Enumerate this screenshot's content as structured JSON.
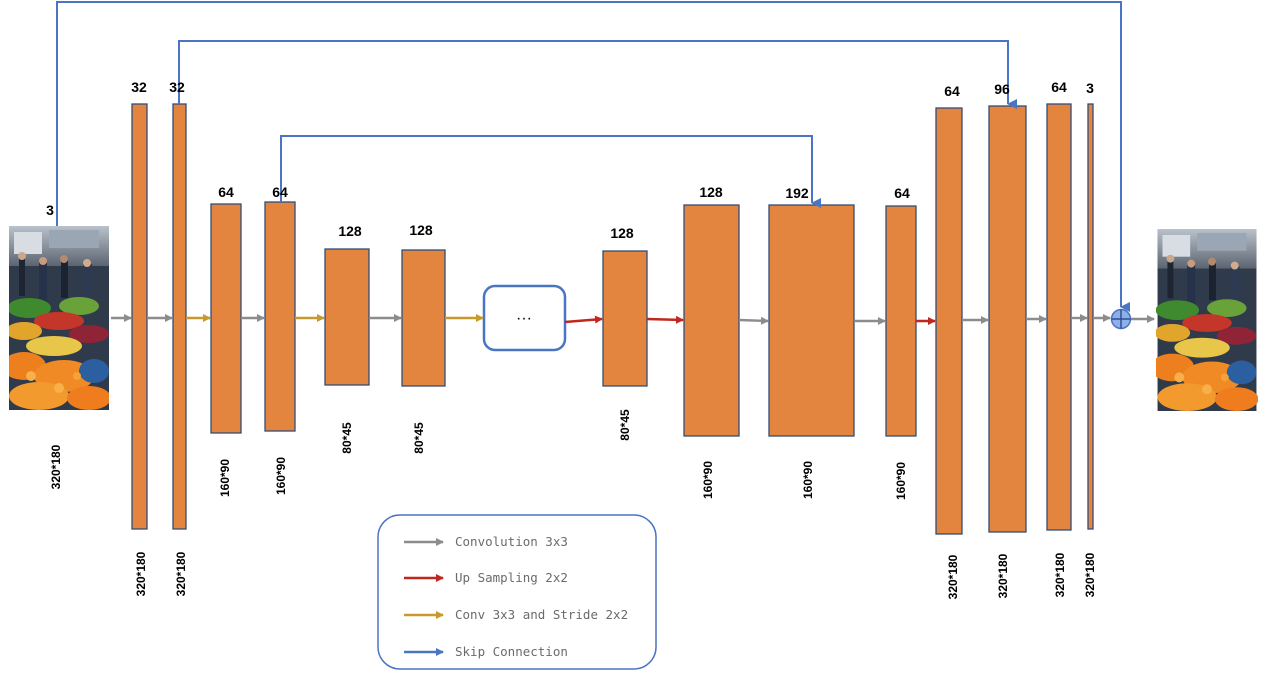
{
  "channels": {
    "input": "3",
    "enc1a": "32",
    "enc1b": "32",
    "enc2a": "64",
    "enc2b": "64",
    "enc3a": "128",
    "enc3b": "128",
    "mid": "128",
    "dec3a": "128",
    "dec3b": "192",
    "dec2": "64",
    "dec1a": "64",
    "dec1b": "96",
    "dec1c": "64",
    "out": "3"
  },
  "resolutions": {
    "input": "320*180",
    "enc1a": "320*180",
    "enc1b": "320*180",
    "enc2a": "160*90",
    "enc2b": "160*90",
    "enc3a": "80*45",
    "enc3b": "80*45",
    "mid": "80*45",
    "dec3a": "160*90",
    "dec3b": "160*90",
    "dec2": "160*90",
    "dec1a": "320*180",
    "dec1b": "320*180",
    "dec1c": "320*180",
    "out": "320*180"
  },
  "ellipsis": "···",
  "legend": {
    "conv": "Convolution 3x3",
    "upsample": "Up Sampling 2x2",
    "stride": "Conv 3x3 and Stride 2x2",
    "skip": "Skip Connection"
  },
  "colors": {
    "block_fill": "#e4853f",
    "conv_arrow": "#8c8c8c",
    "upsample_arrow": "#c0271d",
    "stride_arrow": "#c79a2b",
    "skip_arrow": "#4a74c4"
  }
}
